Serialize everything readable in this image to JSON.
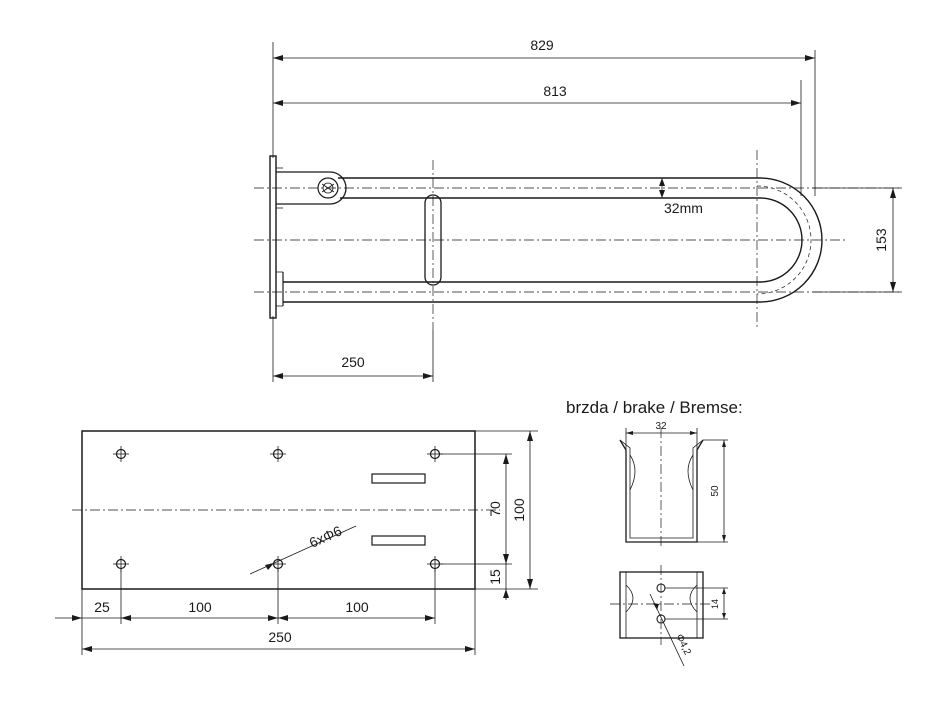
{
  "top_view": {
    "dim_overall": "829",
    "dim_length": "813",
    "dim_tube": "32mm",
    "dim_height": "153",
    "dim_support": "250"
  },
  "plate_view": {
    "dim_width": "250",
    "dim_offset": "25",
    "dim_spacing_1": "100",
    "dim_spacing_2": "100",
    "dim_height": "100",
    "dim_hole_spacing": "70",
    "dim_bottom": "15",
    "holes_label": "6xΦ6"
  },
  "brake_view": {
    "title": "brzda / brake / Bremse:",
    "dim_width": "32",
    "dim_height": "50",
    "dim_slot": "14",
    "dim_hole": "Φ4,2"
  }
}
